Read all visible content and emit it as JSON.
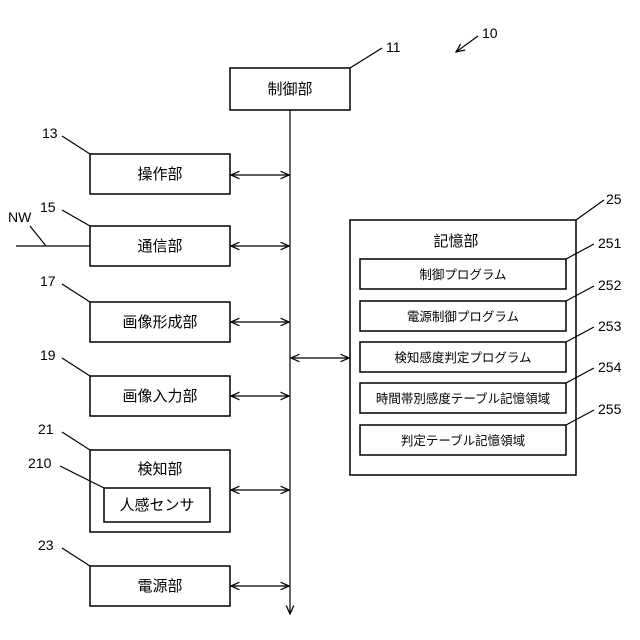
{
  "figure_ref": "10",
  "network_label": "NW",
  "blocks": {
    "control": {
      "ref": "11",
      "label": "制御部"
    },
    "operation": {
      "ref": "13",
      "label": "操作部"
    },
    "comm": {
      "ref": "15",
      "label": "通信部"
    },
    "imageform": {
      "ref": "17",
      "label": "画像形成部"
    },
    "imageinput": {
      "ref": "19",
      "label": "画像入力部"
    },
    "detect": {
      "ref": "21",
      "label": "検知部"
    },
    "sensor": {
      "ref": "210",
      "label": "人感センサ"
    },
    "power": {
      "ref": "23",
      "label": "電源部"
    }
  },
  "storage": {
    "ref": "25",
    "label": "記憶部",
    "items": [
      {
        "ref": "251",
        "label": "制御プログラム"
      },
      {
        "ref": "252",
        "label": "電源制御プログラム"
      },
      {
        "ref": "253",
        "label": "検知感度判定プログラム"
      },
      {
        "ref": "254",
        "label": "時間帯別感度テーブル記憶領域"
      },
      {
        "ref": "255",
        "label": "判定テーブル記憶領域"
      }
    ]
  }
}
